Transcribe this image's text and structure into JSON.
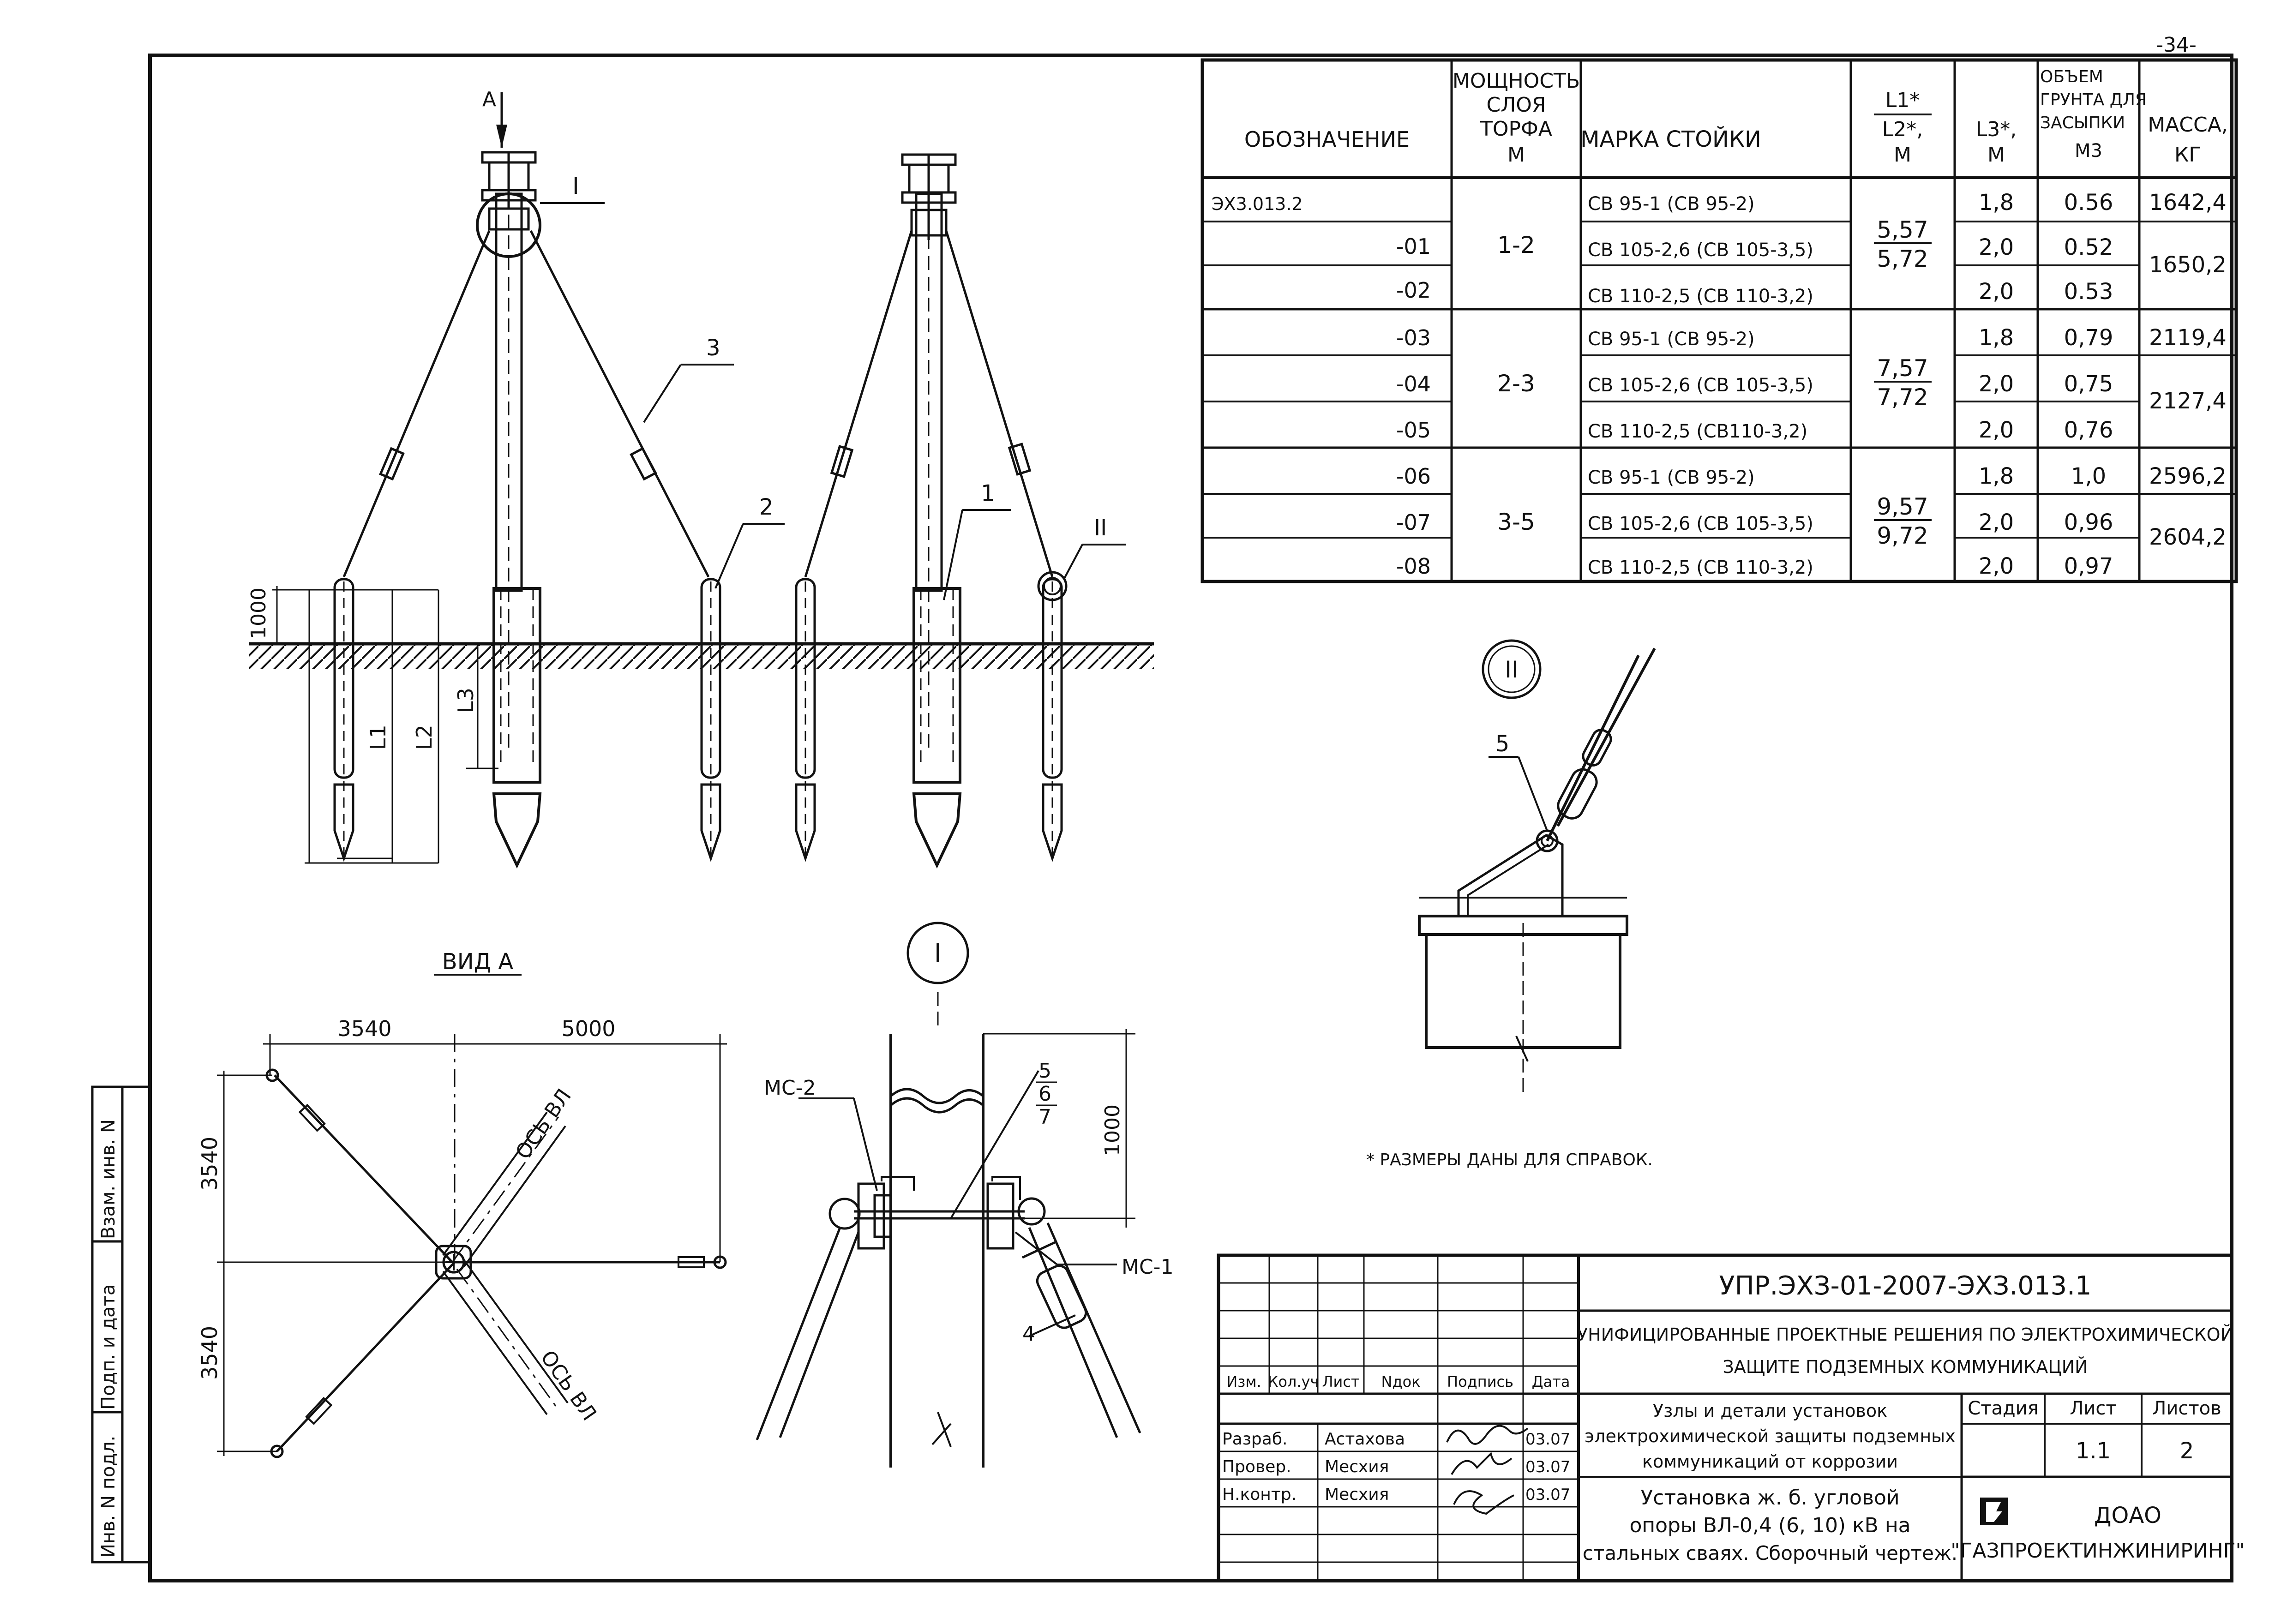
{
  "sheet": {
    "page_number": "-34-"
  },
  "spec_table": {
    "headers": {
      "designation": "ОБОЗНАЧЕНИЕ",
      "peat_layer": [
        "МОЩНОСТЬ",
        "СЛОЯ",
        "ТОРФА",
        "М"
      ],
      "post_brand": "МАРКА СТОЙКИ",
      "l1": "L1*",
      "l2": "L2*,",
      "l12_unit": "М",
      "l3": "L3*,",
      "l3_unit": "М",
      "soil_volume": [
        "ОБЪЕМ",
        "ГРУНТА ДЛЯ",
        "ЗАСЫПКИ",
        "М3"
      ],
      "mass": [
        "МАССА,",
        "КГ"
      ]
    },
    "rows": [
      {
        "designation": "ЭХ3.013.2",
        "brand": "СВ 95-1 (СВ 95-2)",
        "l3": "1,8",
        "volume": "0.56"
      },
      {
        "designation": "-01",
        "brand": "СВ 105-2,6 (СВ 105-3,5)",
        "l3": "2,0",
        "volume": "0.52"
      },
      {
        "designation": "-02",
        "brand": "СВ 110-2,5 (СВ 110-3,2)",
        "l3": "2,0",
        "volume": "0.53"
      },
      {
        "designation": "-03",
        "brand": "СВ 95-1 (СВ 95-2)",
        "l3": "1,8",
        "volume": "0,79"
      },
      {
        "designation": "-04",
        "brand": "СВ 105-2,6 (СВ 105-3,5)",
        "l3": "2,0",
        "volume": "0,75"
      },
      {
        "designation": "-05",
        "brand": "СВ 110-2,5 (СВ110-3,2)",
        "l3": "2,0",
        "volume": "0,76"
      },
      {
        "designation": "-06",
        "brand": "СВ 95-1 (СВ 95-2)",
        "l3": "1,8",
        "volume": "1,0"
      },
      {
        "designation": "-07",
        "brand": "СВ 105-2,6 (СВ 105-3,5)",
        "l3": "2,0",
        "volume": "0,96"
      },
      {
        "designation": "-08",
        "brand": "СВ 110-2,5 (СВ 110-3,2)",
        "l3": "2,0",
        "volume": "0,97"
      }
    ],
    "groups": [
      {
        "peat": "1-2",
        "l1": "5,57",
        "l2": "5,72",
        "masses": [
          "1642,4",
          "1650,2"
        ]
      },
      {
        "peat": "2-3",
        "l1": "7,57",
        "l2": "7,72",
        "masses": [
          "2119,4",
          "2127,4"
        ]
      },
      {
        "peat": "3-5",
        "l1": "9,57",
        "l2": "9,72",
        "masses": [
          "2596,2",
          "2604,2"
        ]
      }
    ]
  },
  "main_view": {
    "view_arrow": "А",
    "callout_1": "I",
    "callout_2": "II",
    "pos_1": "1",
    "pos_2": "2",
    "pos_3": "3",
    "dim_1000": "1000",
    "l1": "L1",
    "l2": "L2",
    "l3": "L3"
  },
  "view_a": {
    "title": "ВИД А",
    "dim_3540_top": "3540",
    "dim_5000": "5000",
    "dim_3540_v1": "3540",
    "dim_3540_v2": "3540",
    "axis_1": "ОСЬ ВЛ",
    "axis_2": "ОСЬ ВЛ"
  },
  "detail_1": {
    "label": "I",
    "ms2": "МС-2",
    "ms1": "МС-1",
    "pos_4": "4",
    "pos_5": "5",
    "pos_6": "6",
    "pos_7": "7",
    "dim_1000": "1000"
  },
  "detail_2": {
    "label": "II",
    "pos_5": "5"
  },
  "note": "* РАЗМЕРЫ ДАНЫ ДЛЯ СПРАВОК.",
  "side_stamp": [
    "Инв. N подл.",
    "Подп. и дата",
    "Взам. инв. N"
  ],
  "title_block": {
    "code": "УПР.ЭХЗ-01-2007-ЭХЗ.013.1",
    "series_title": [
      "УНИФИЦИРОВАННЫЕ ПРОЕКТНЫЕ РЕШЕНИЯ ПО ЭЛЕКТРОХИМИЧЕСКОЙ",
      "ЗАЩИТЕ ПОДЗЕМНЫХ КОММУНИКАЦИЙ"
    ],
    "rev_headers": [
      "Изм.",
      "Кол.уч",
      "Лист",
      "Nдок",
      "Подпись",
      "Дата"
    ],
    "roles": [
      {
        "role": "Разраб.",
        "name": "Астахова",
        "date": "03.07"
      },
      {
        "role": "Провер.",
        "name": "Месхия",
        "date": "03.07"
      },
      {
        "role": "Н.контр.",
        "name": "Месхия",
        "date": "03.07"
      }
    ],
    "doc_title_1": [
      "Узлы и детали установок",
      "электрохимической защиты подземных",
      "коммуникаций от коррозии"
    ],
    "doc_title_2": [
      "Установка ж. б. угловой",
      "опоры ВЛ-0,4 (6, 10) кВ на",
      "стальных сваях. Сборочный чертеж."
    ],
    "stage_label": "Стадия",
    "sheet_label": "Лист",
    "sheets_label": "Листов",
    "sheet_value": "1.1",
    "sheets_value": "2",
    "org_line1": "ДОАО",
    "org_line2": "\"ГАЗПРОЕКТИНЖИНИРИНГ\""
  }
}
